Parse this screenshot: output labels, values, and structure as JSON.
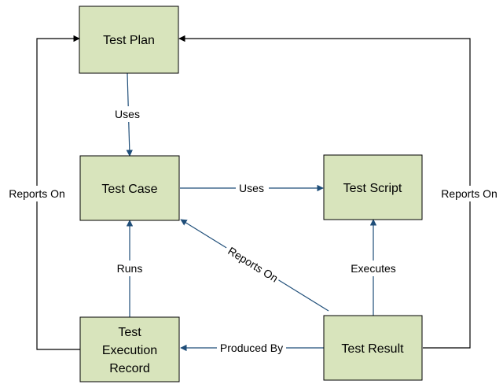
{
  "nodes": {
    "test_plan": "Test Plan",
    "test_case": "Test Case",
    "test_script": "Test Script",
    "test_execution_record": [
      "Test",
      "Execution",
      "Record"
    ],
    "test_result": "Test Result"
  },
  "edges": {
    "plan_to_case": "Uses",
    "case_to_script": "Uses",
    "record_to_case": "Runs",
    "result_to_script": "Executes",
    "result_to_case": "Reports On",
    "result_to_record": "Produced By",
    "record_to_plan": "Reports On",
    "result_to_plan": "Reports On"
  },
  "colors": {
    "node_fill": "#d8e4bc",
    "edge_stroke": "#1f4e79"
  }
}
